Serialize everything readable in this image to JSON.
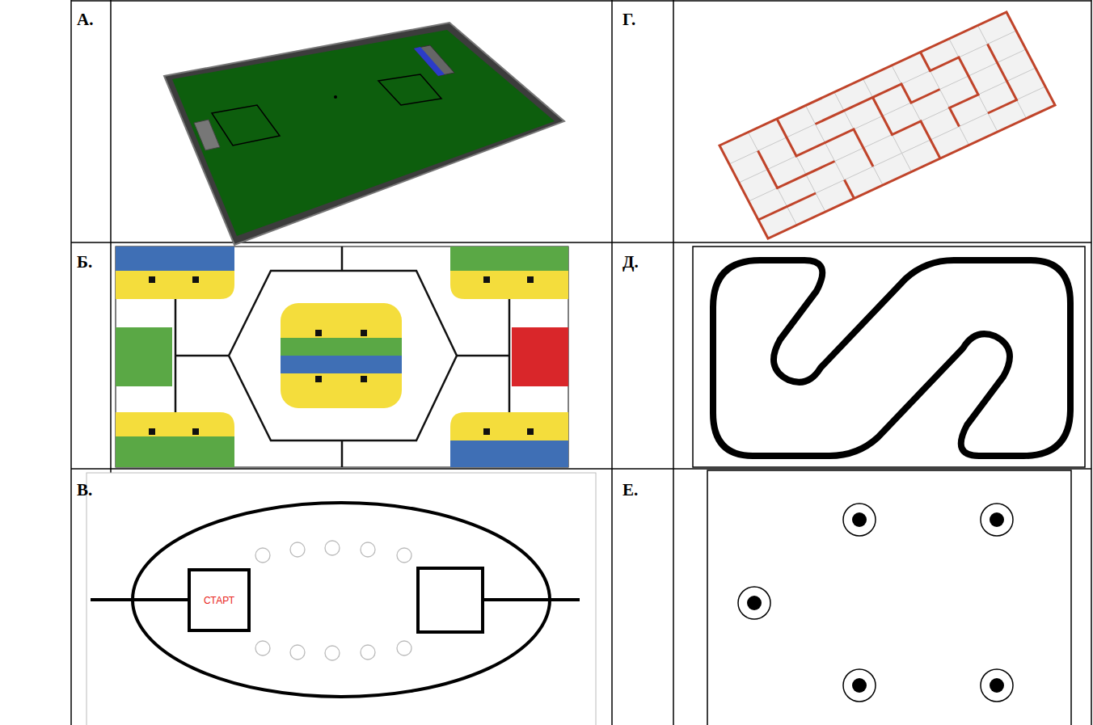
{
  "diagram": {
    "nodes": [
      {
        "text": [
          "СТАРТ"
        ]
      }
    ],
    "labels": [
      "А.",
      "Г.",
      "Б.",
      "Д.",
      "В.",
      "Е."
    ]
  }
}
